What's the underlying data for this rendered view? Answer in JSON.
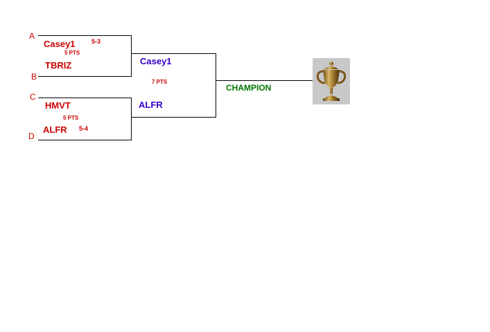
{
  "bracket": {
    "seeds": [
      "A",
      "B",
      "C",
      "D"
    ],
    "round1": [
      {
        "team": "Casey1",
        "score": "5-3",
        "pts": "5 PTS"
      },
      {
        "team": "TBRIZ"
      },
      {
        "team": "HMVT",
        "pts": "5 PTS"
      },
      {
        "team": "ALFR",
        "score": "5-4"
      }
    ],
    "round2": [
      {
        "team": "Casey1",
        "pts": "7 PTS"
      },
      {
        "team": "ALFR"
      }
    ],
    "champion_label": "CHAMPION",
    "trophy_icon": "trophy-icon"
  },
  "colors": {
    "round1_text": "#cc0000",
    "round2_text": "#3300cc",
    "champion_text": "#007700"
  }
}
